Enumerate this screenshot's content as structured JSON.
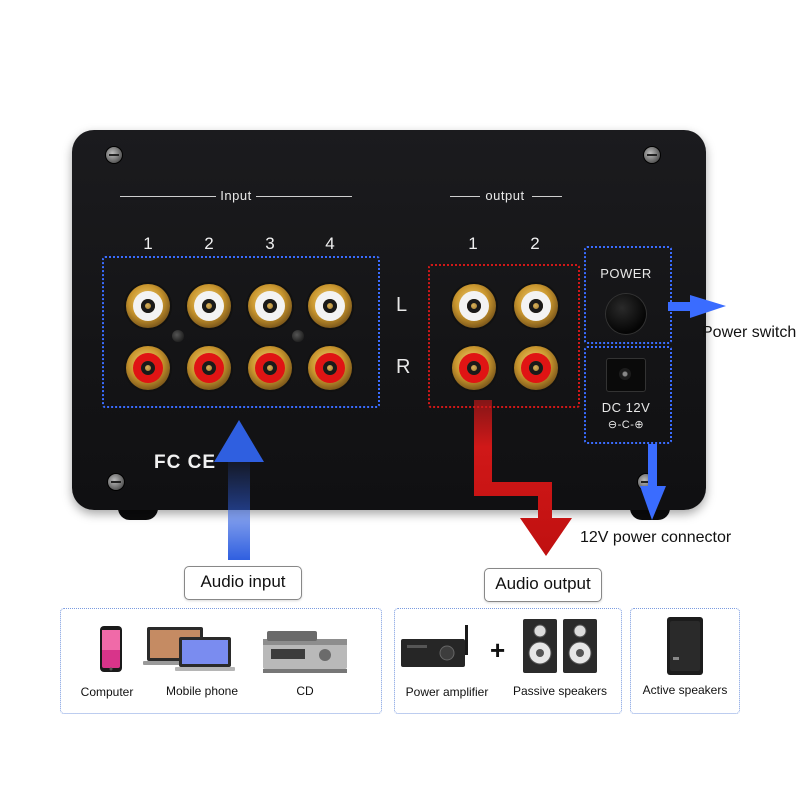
{
  "device": {
    "input_label": "Input",
    "output_label": "output",
    "input_numbers": [
      "1",
      "2",
      "3",
      "4"
    ],
    "output_numbers": [
      "1",
      "2"
    ],
    "left_label": "L",
    "right_label": "R",
    "power_label": "POWER",
    "dc_label": "DC 12V",
    "polarity_symbol": "⊖-C-⊕",
    "certification": "FC CE"
  },
  "callouts": {
    "power_switch": "Power switch",
    "power_connector": "12V power connector"
  },
  "sections": {
    "audio_input": "Audio input",
    "audio_output": "Audio output"
  },
  "sources": {
    "computer": "Computer",
    "mobile_phone": "Mobile phone",
    "cd": "CD"
  },
  "outputs": {
    "power_amplifier": "Power amplifier",
    "plus": "+",
    "passive_speakers": "Passive speakers",
    "active_speakers": "Active speakers"
  },
  "colors": {
    "input_accent": "#2f5fe0",
    "output_accent": "#d01818",
    "power_accent": "#3a6cff"
  },
  "icons": [
    "plus-icon",
    "phone-icon",
    "laptop-icon",
    "cd-player-icon",
    "amplifier-icon",
    "speaker-icon"
  ]
}
